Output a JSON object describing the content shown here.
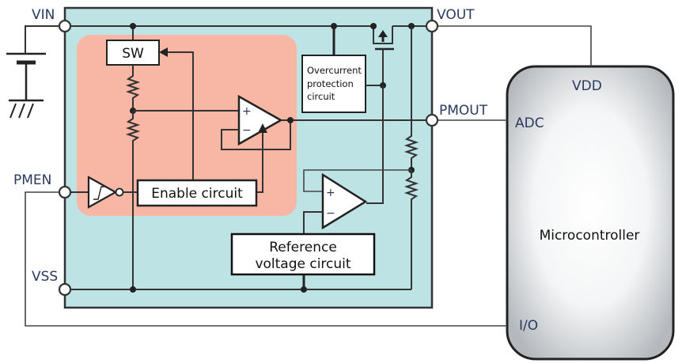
{
  "diagram": {
    "pins": {
      "vin": "VIN",
      "vout": "VOUT",
      "pmout": "PMOUT",
      "pmen": "PMEN",
      "vss": "VSS"
    },
    "blocks": {
      "switch": "SW",
      "overcurrent": [
        "Overcurrent",
        "protection",
        "circuit"
      ],
      "enable": "Enable circuit",
      "reference": [
        "Reference",
        "voltage circuit"
      ]
    },
    "opamp_signs": {
      "plus": "+",
      "minus": "−"
    },
    "microcontroller": {
      "title": "Microcontroller",
      "pins": {
        "vdd": "VDD",
        "adc": "ADC",
        "io": "I/O"
      }
    },
    "colors": {
      "ic_body": "#bde3e4",
      "enable_region": "#f8b6a5",
      "mcu_fill_center": "#ffffff",
      "mcu_fill_edge": "#b8bcc0",
      "wire": "#333333",
      "pin_label": "#2a3a5e"
    }
  }
}
